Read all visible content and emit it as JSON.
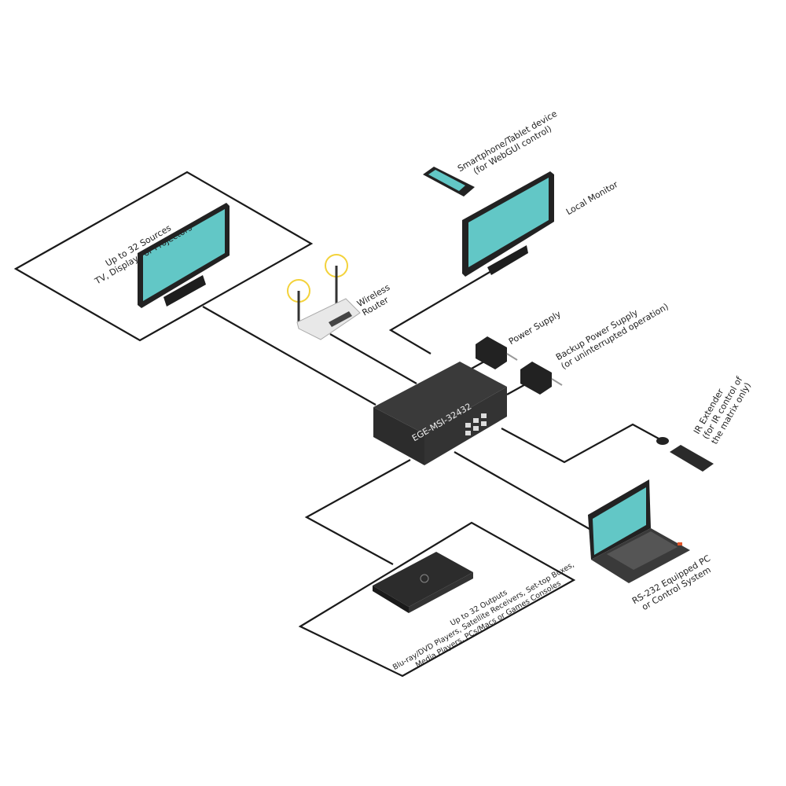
{
  "colors": {
    "screen": "#62c7c6",
    "device": "#2f2f2f",
    "line": "#1a1a1a"
  },
  "device": {
    "model": "EGE-MSI-32432"
  },
  "sources": {
    "line1": "Up to 32 Sources",
    "line2": "TV, Displays or Projectors"
  },
  "phone": {
    "line1": "Smartphone/Tablet device",
    "line2": "(for WebGUI control)"
  },
  "monitor": {
    "label": "Local Monitor"
  },
  "router": {
    "line1": "Wireless",
    "line2": "Router"
  },
  "power": {
    "label": "Power Supply"
  },
  "backup": {
    "line1": "Backup Power Supply",
    "line2": "(or uninterrupted operation)"
  },
  "ir": {
    "line1": "IR Extender",
    "line2": "(for IR control of",
    "line3": "the matrix only)"
  },
  "pc": {
    "line1": "RS-232 Equipped PC",
    "line2": "or Control System"
  },
  "outputs": {
    "line1": "Up to 32 Outputs",
    "line2": "Blu-ray/DVD Players, Satellite Receivers, Set-top Boxes,",
    "line3": "Media Players, PCs/Macs or Games Consoles"
  }
}
